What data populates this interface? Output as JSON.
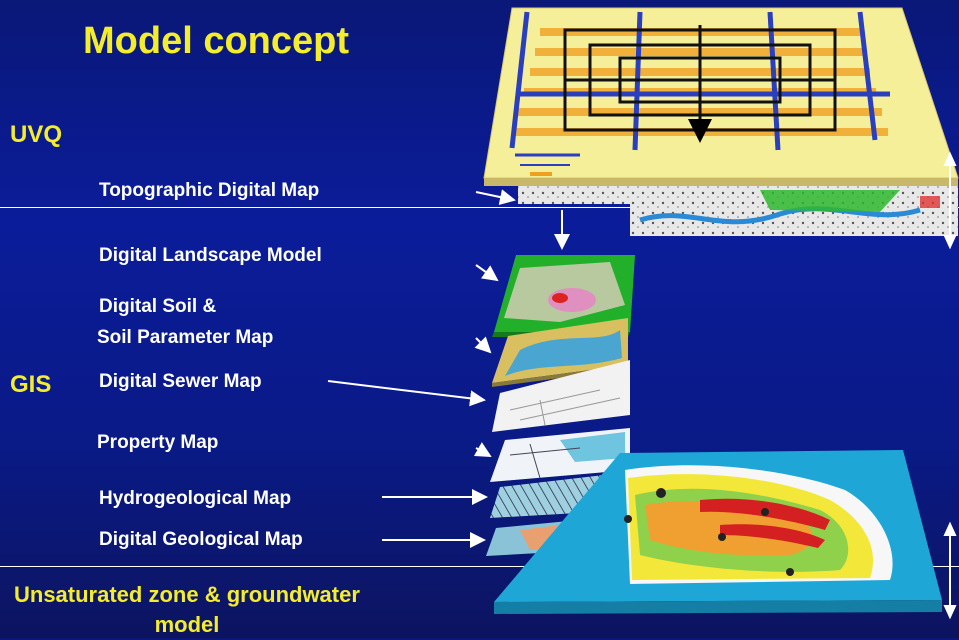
{
  "title": "Model concept",
  "sections": {
    "uvq": "UVQ",
    "gis": "GIS",
    "bottom_line1": "Unsaturated zone & groundwater",
    "bottom_line2": "model"
  },
  "layers": [
    {
      "label": "Topographic Digital Map"
    },
    {
      "label": "Digital Landscape Model"
    },
    {
      "label": "Digital Soil &"
    },
    {
      "label": "Soil Parameter Map"
    },
    {
      "label": "Digital Sewer Map"
    },
    {
      "label": "Property Map"
    },
    {
      "label": "Hydrogeological Map"
    },
    {
      "label": "Digital Geological Map"
    }
  ],
  "colors": {
    "title_yellow": "#f4ee2a",
    "background": "#0b1c9a",
    "layer_green": "#1fa82a",
    "groundwater_blue": "#1ea7d6"
  }
}
